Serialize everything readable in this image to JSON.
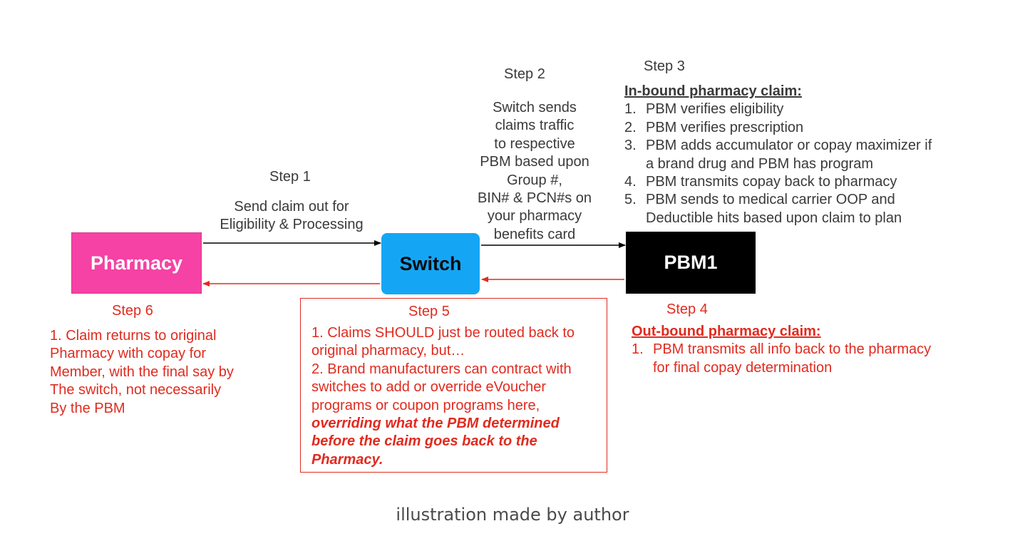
{
  "nodes": {
    "pharmacy": "Pharmacy",
    "switch": "Switch",
    "pbm": "PBM1"
  },
  "step1": {
    "title": "Step 1",
    "lines": [
      "Send claim out for",
      "Eligibility & Processing"
    ]
  },
  "step2": {
    "title": "Step 2",
    "lines": [
      "Switch sends",
      "claims traffic",
      "to respective",
      "PBM based upon",
      "Group #,",
      "BIN# & PCN#s on",
      "your pharmacy",
      "benefits card"
    ]
  },
  "step3": {
    "title": "Step 3",
    "heading": "In-bound pharmacy claim:",
    "items": [
      {
        "num": "1.",
        "lines": [
          "PBM verifies eligibility"
        ]
      },
      {
        "num": "2.",
        "lines": [
          "PBM verifies prescription"
        ]
      },
      {
        "num": "3.",
        "lines": [
          "PBM adds accumulator or copay maximizer if",
          "a brand drug and PBM has program"
        ]
      },
      {
        "num": "4.",
        "lines": [
          "PBM transmits copay back to pharmacy"
        ]
      },
      {
        "num": "5.",
        "lines": [
          "PBM sends to medical carrier OOP and",
          "Deductible hits based upon claim to plan"
        ]
      }
    ]
  },
  "step4": {
    "title": "Step 4",
    "heading": "Out-bound pharmacy claim:",
    "items": [
      {
        "num": "1.",
        "lines": [
          "PBM transmits all info back to the pharmacy",
          "for final copay determination"
        ]
      }
    ]
  },
  "step5": {
    "title": "Step 5",
    "lines": [
      "1.  Claims SHOULD just be routed back to",
      "original pharmacy, but…",
      "2. Brand manufacturers can contract with",
      "switches to add or override eVoucher",
      "programs or coupon programs here,"
    ],
    "emphasis_lines": [
      "overriding what the PBM determined",
      "before the claim goes back to the",
      "Pharmacy."
    ]
  },
  "step6": {
    "title": "Step 6",
    "lines": [
      "1.  Claim returns to original",
      "Pharmacy with copay for",
      "Member, with the final say by",
      "The switch, not necessarily",
      "By the PBM"
    ]
  },
  "caption": "illustration made by author",
  "colors": {
    "pharmacy": "#f542a4",
    "switch": "#14a6f5",
    "pbm": "#000000",
    "return_path": "#e02b1f",
    "forward_path": "#000000",
    "text_gray": "#3a3a3a"
  }
}
